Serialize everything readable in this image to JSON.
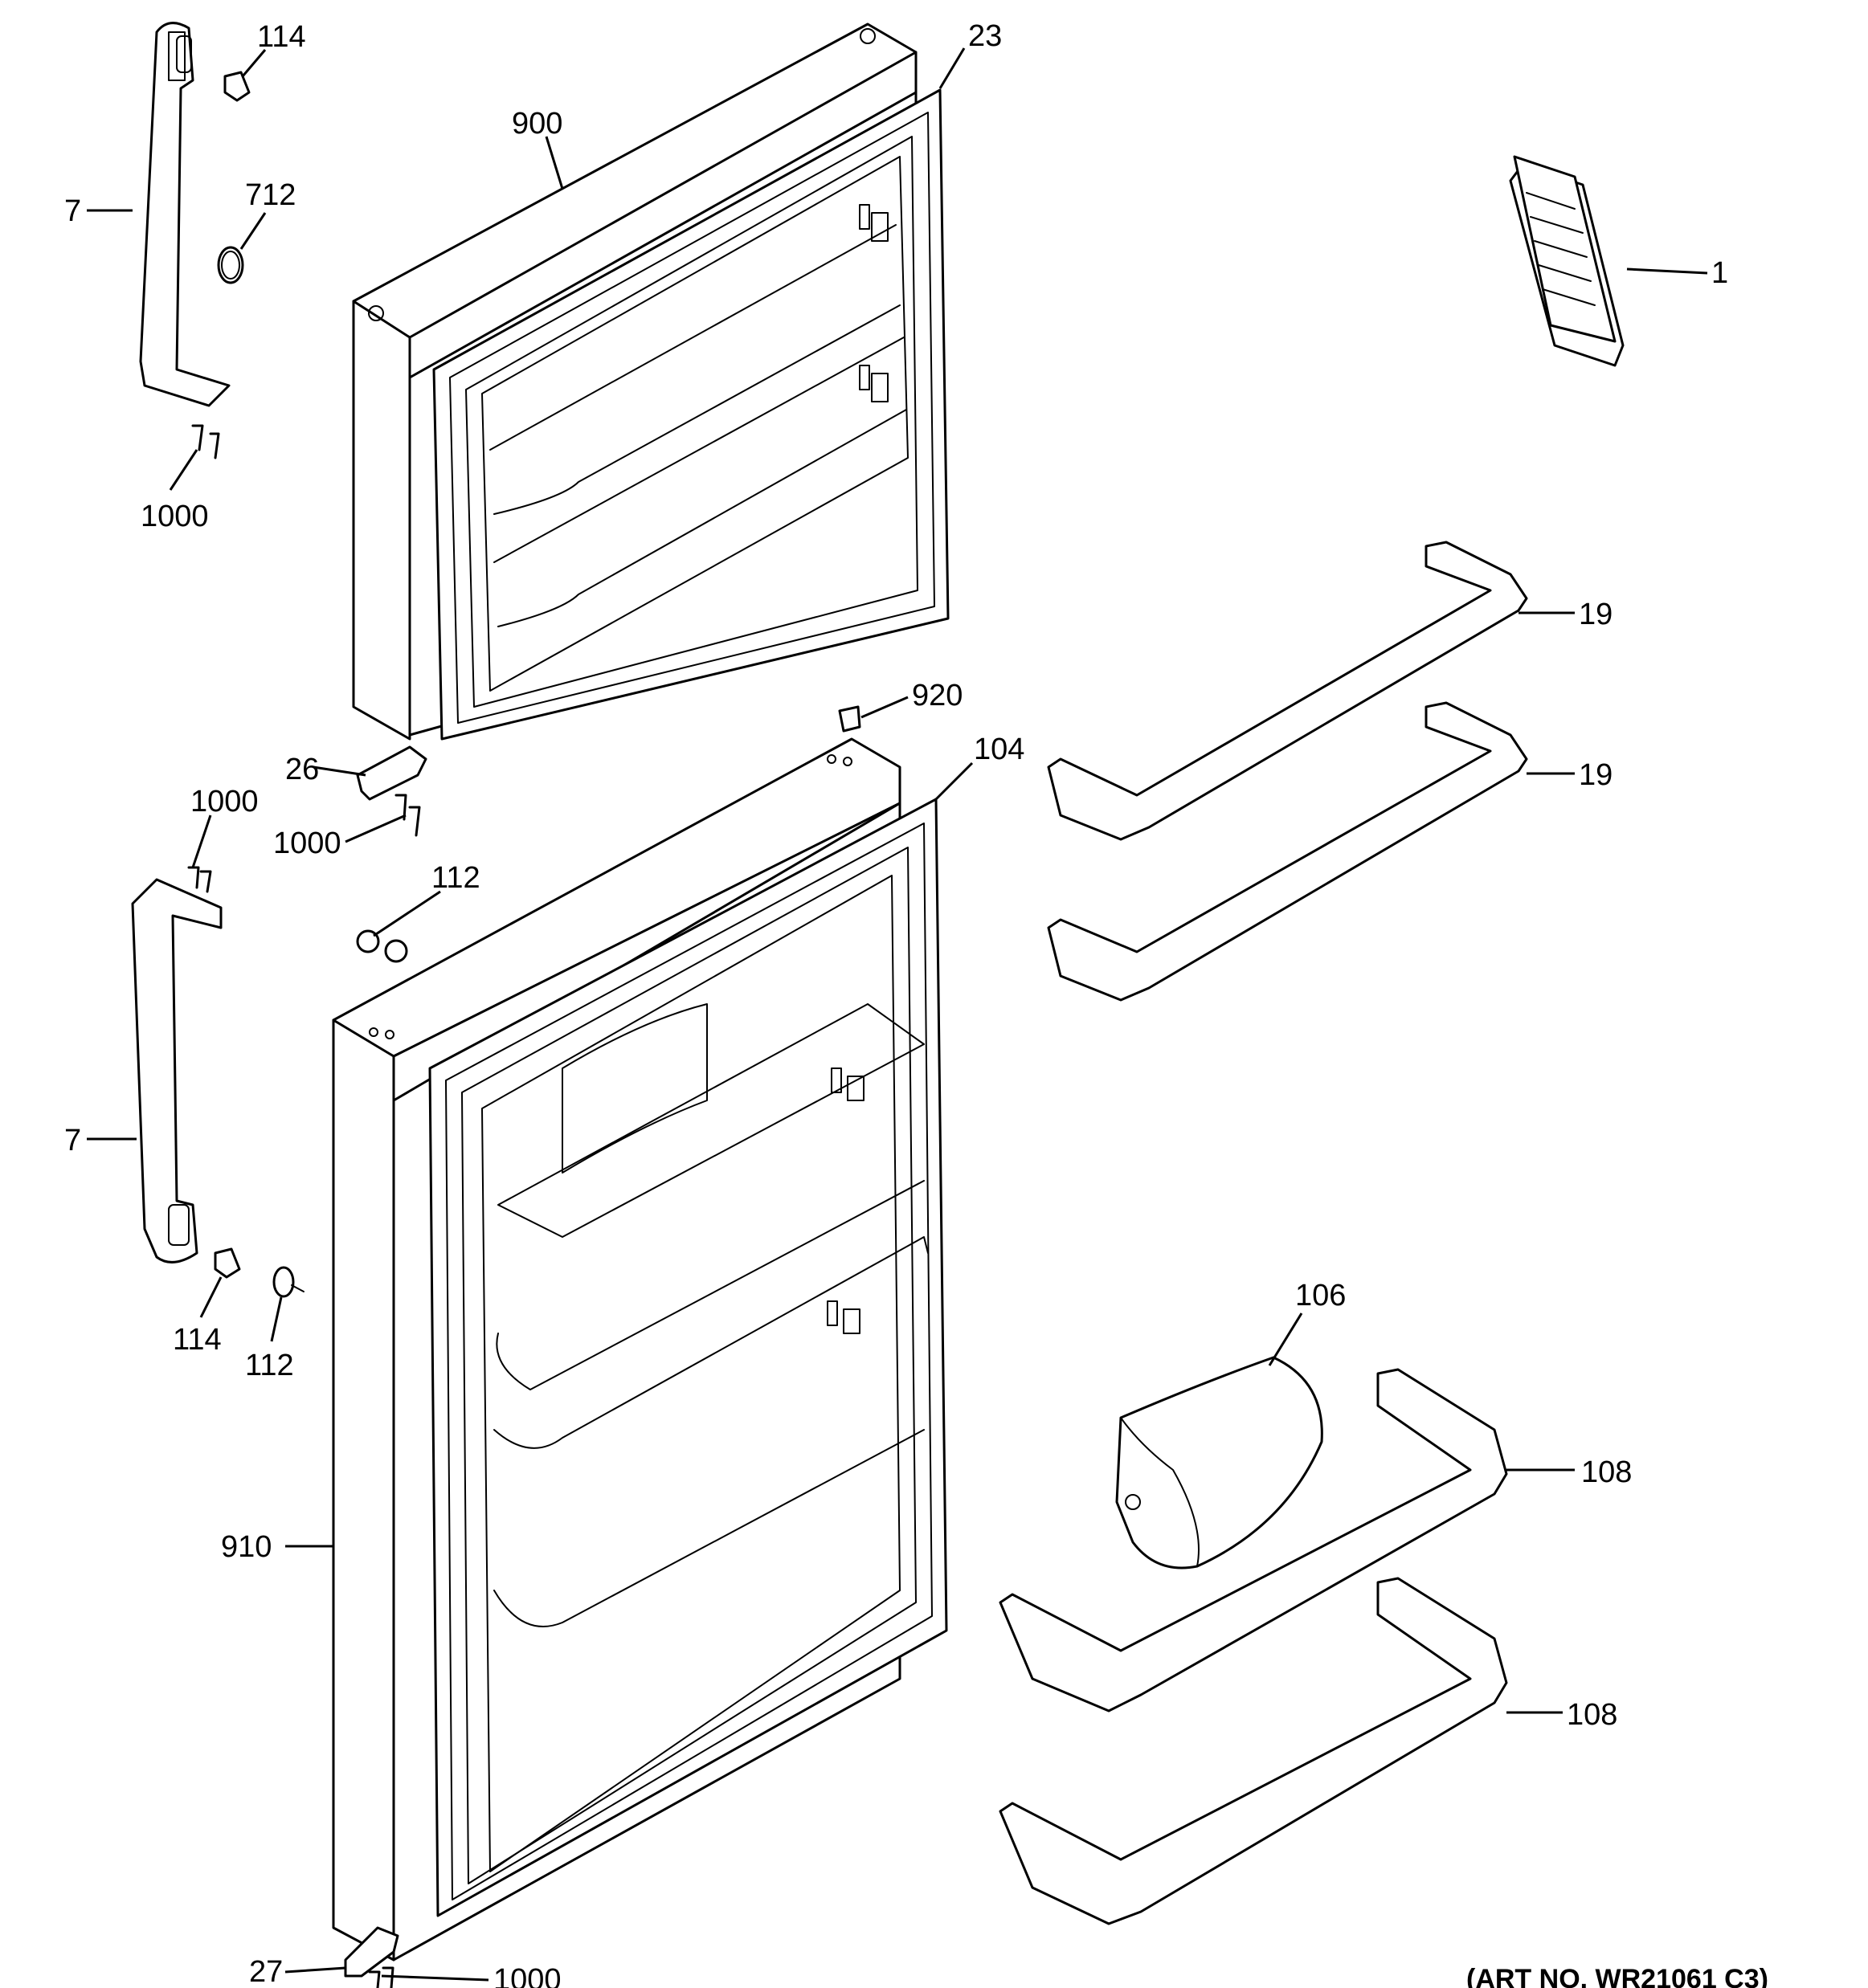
{
  "diagram": {
    "labels": {
      "handle_top": "7",
      "plug_top": "114",
      "ring": "712",
      "screws_top": "1000",
      "freezer_door": "900",
      "freezer_gasket": "23",
      "manual": "1",
      "bin_upper_1": "19",
      "bin_upper_2": "19",
      "cap": "920",
      "hinge_top": "26",
      "screw_hinge_a": "1000",
      "screw_hinge_b": "1000",
      "fresh_gasket": "104",
      "washers_top": "112",
      "handle_bottom": "7",
      "plug_bottom": "114",
      "washer_bottom": "112",
      "fresh_door": "910",
      "dairy_cover": "106",
      "bin_lower_1": "108",
      "bin_lower_2": "108",
      "hinge_bottom": "27",
      "screws_bottom": "1000"
    },
    "art_no": "(ART NO. WR21061 C3)"
  },
  "colors": {
    "line": "#000000",
    "background": "#ffffff"
  }
}
